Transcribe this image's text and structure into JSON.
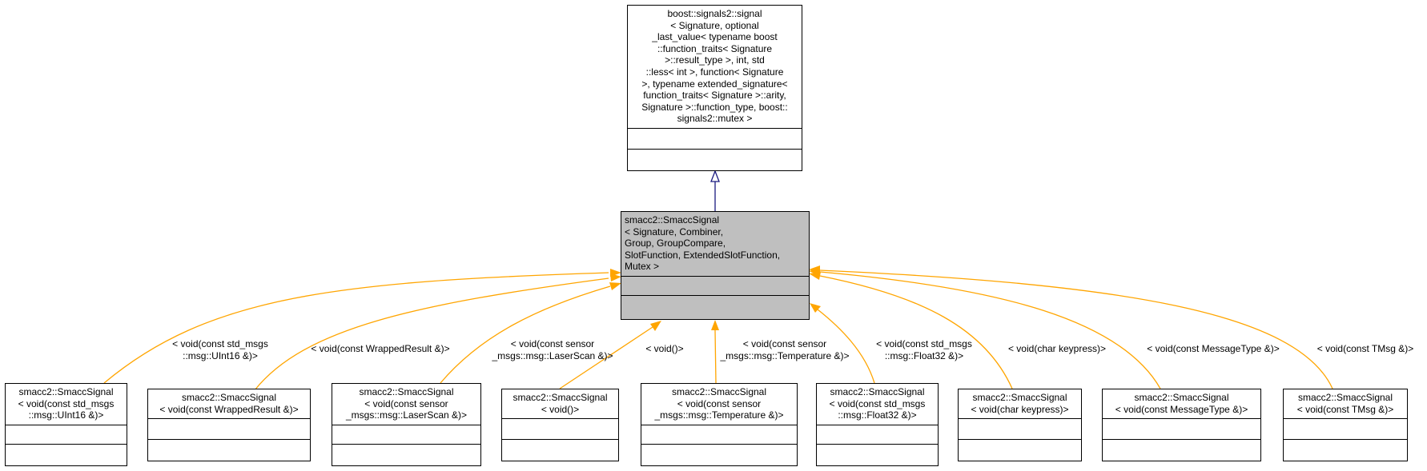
{
  "colors": {
    "inheritance_edge": "#1a1a80",
    "template_edge": "#ffa500",
    "highlight_node": "#bfbfbf"
  },
  "base": {
    "label": "boost::signals2::signal\n< Signature, optional\n_last_value< typename boost\n::function_traits< Signature\n >::result_type >, int, std\n::less< int >, function< Signature\n >, typename extended_signature<\n function_traits< Signature >::arity,\n Signature >::function_type, boost::\nsignals2::mutex >"
  },
  "main": {
    "label": "smacc2::SmaccSignal\n< Signature, Combiner,\n Group, GroupCompare,\n SlotFunction, ExtendedSlotFunction,\n Mutex >"
  },
  "children": [
    {
      "label": "smacc2::SmaccSignal\n< void(const std_msgs\n::msg::UInt16 &)>",
      "edge_label": "< void(const std_msgs\n::msg::UInt16 &)>"
    },
    {
      "label": "smacc2::SmaccSignal\n< void(const WrappedResult &)>",
      "edge_label": "< void(const WrappedResult &)>"
    },
    {
      "label": "smacc2::SmaccSignal\n< void(const sensor\n_msgs::msg::LaserScan &)>",
      "edge_label": "< void(const sensor\n_msgs::msg::LaserScan &)>"
    },
    {
      "label": "smacc2::SmaccSignal\n< void()>",
      "edge_label": "< void()>"
    },
    {
      "label": "smacc2::SmaccSignal\n< void(const sensor\n_msgs::msg::Temperature &)>",
      "edge_label": "< void(const sensor\n_msgs::msg::Temperature &)>"
    },
    {
      "label": "smacc2::SmaccSignal\n< void(const std_msgs\n::msg::Float32 &)>",
      "edge_label": "< void(const std_msgs\n::msg::Float32 &)>"
    },
    {
      "label": "smacc2::SmaccSignal\n< void(char keypress)>",
      "edge_label": "< void(char keypress)>"
    },
    {
      "label": "smacc2::SmaccSignal\n< void(const MessageType &)>",
      "edge_label": "< void(const MessageType &)>"
    },
    {
      "label": "smacc2::SmaccSignal\n< void(const TMsg &)>",
      "edge_label": "< void(const TMsg &)>"
    }
  ]
}
